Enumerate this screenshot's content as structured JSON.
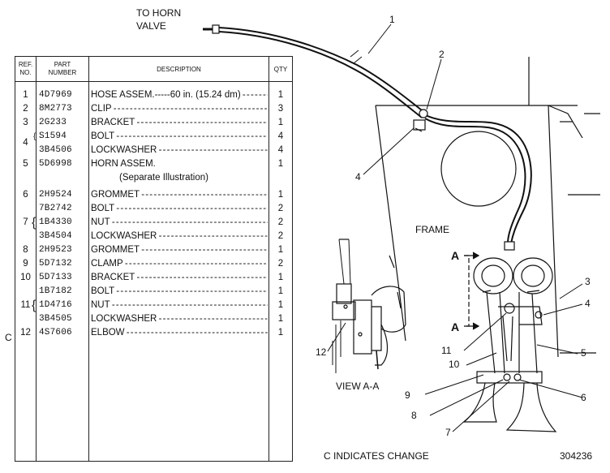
{
  "labels": {
    "to_horn_valve_line1": "TO HORN",
    "to_horn_valve_line2": "VALVE",
    "frame": "FRAME",
    "view": "VIEW A-A",
    "section_a_top": "A",
    "section_a_bottom": "A",
    "change_note": "C INDICATES CHANGE",
    "drawing_number": "304236",
    "change_marker": "C"
  },
  "table": {
    "headers": {
      "ref_line1": "REF.",
      "ref_line2": "NO.",
      "part_line1": "PART",
      "part_line2": "NUMBER",
      "description": "DESCRIPTION",
      "qty": "QTY"
    },
    "rows": [
      {
        "ref": "1",
        "part": "4D7969",
        "desc": "HOSE ASSEM.-----60 in. (15.24 dm)",
        "qty": "1"
      },
      {
        "ref": "2",
        "part": "8M2773",
        "desc": "CLIP",
        "qty": "3"
      },
      {
        "ref": "3",
        "part": "2G233",
        "desc": "BRACKET",
        "qty": "1"
      },
      {
        "ref": "",
        "part": "S1594",
        "desc": "BOLT",
        "qty": "4"
      },
      {
        "ref": "4",
        "part": "3B4506",
        "desc": "LOCKWASHER",
        "qty": "4"
      },
      {
        "ref": "5",
        "part": "5D6998",
        "desc": "HORN ASSEM.",
        "qty": "1"
      },
      {
        "ref": "",
        "part": "",
        "desc": "(Separate Illustration)",
        "qty": ""
      },
      {
        "ref": "6",
        "part": "2H9524",
        "desc": "GROMMET",
        "qty": "1"
      },
      {
        "ref": "",
        "part": "7B2742",
        "desc": "BOLT",
        "qty": "2"
      },
      {
        "ref": "7",
        "part": "1B4330",
        "desc": "NUT",
        "qty": "2"
      },
      {
        "ref": "",
        "part": "3B4504",
        "desc": "LOCKWASHER",
        "qty": "2"
      },
      {
        "ref": "8",
        "part": "2H9523",
        "desc": "GROMMET",
        "qty": "1"
      },
      {
        "ref": "9",
        "part": "5D7132",
        "desc": "CLAMP",
        "qty": "2"
      },
      {
        "ref": "10",
        "part": "5D7133",
        "desc": "BRACKET",
        "qty": "1"
      },
      {
        "ref": "",
        "part": "1B7182",
        "desc": "BOLT",
        "qty": "1"
      },
      {
        "ref": "11",
        "part": "1D4716",
        "desc": "NUT",
        "qty": "1"
      },
      {
        "ref": "",
        "part": "3B4505",
        "desc": "LOCKWASHER",
        "qty": "1"
      },
      {
        "ref": "12",
        "part": "4S7606",
        "desc": "ELBOW",
        "qty": "1"
      }
    ]
  },
  "callouts": [
    "1",
    "2",
    "3",
    "4",
    "4",
    "5",
    "6",
    "7",
    "8",
    "9",
    "10",
    "11",
    "12"
  ]
}
